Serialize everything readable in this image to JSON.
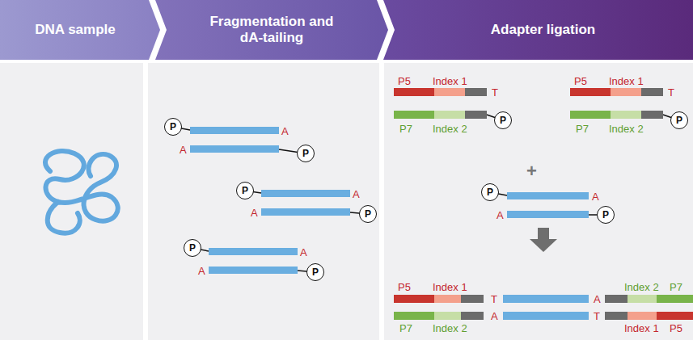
{
  "diagram": {
    "nodes": [
      {
        "text": [
          "DNA sample"
        ]
      },
      {
        "text": [
          "Fragmentation and dA-tailing"
        ]
      },
      {
        "text": [
          "Adapter ligation"
        ]
      },
      {
        "text": [
          "P"
        ]
      },
      {
        "text": [
          "P"
        ]
      },
      {
        "text": [
          "P"
        ]
      },
      {
        "text": [
          "P"
        ]
      },
      {
        "text": [
          "P"
        ]
      },
      {
        "text": [
          "P"
        ]
      },
      {
        "text": [
          "P"
        ]
      },
      {
        "text": [
          "P"
        ]
      },
      {
        "text": [
          "P"
        ]
      },
      {
        "text": [
          "P"
        ]
      }
    ],
    "edges": [],
    "labels": [
      "A",
      "A",
      "A",
      "A",
      "A",
      "A",
      "P5",
      "Index 1",
      "T",
      "P7",
      "Index 2",
      "P5",
      "Index 1",
      "T",
      "P7",
      "Index 2",
      "+",
      "A",
      "A",
      "P5",
      "Index 1",
      "T",
      "A",
      "Index 2",
      "P7",
      "A",
      "T",
      "P7",
      "Index 2",
      "Index 1",
      "P5"
    ]
  }
}
